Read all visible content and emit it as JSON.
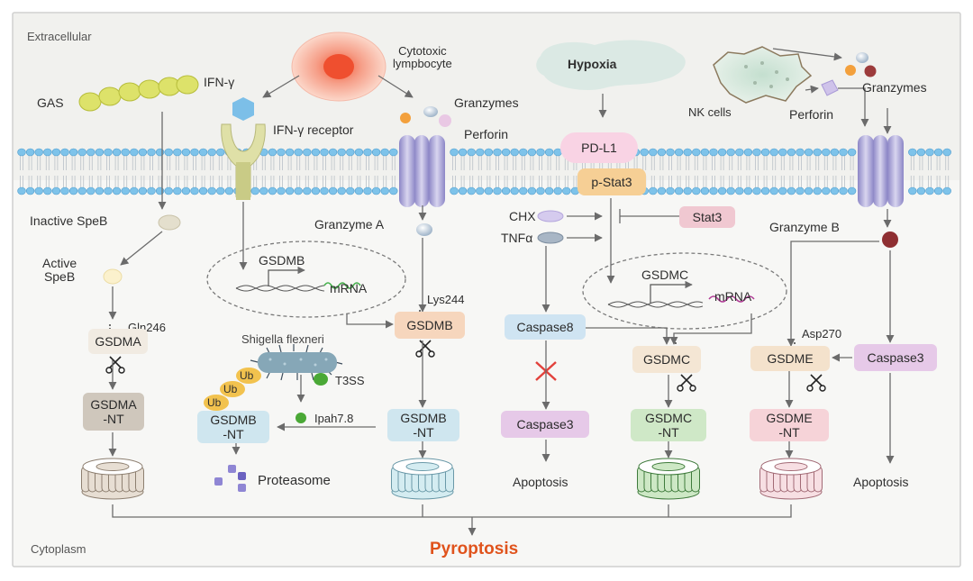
{
  "regions": {
    "extracellular": "Extracellular",
    "cytoplasm": "Cytoplasm"
  },
  "outcome": "Pyroptosis",
  "cells": {
    "cytotoxic": "Cytotoxic\nlympbocyte",
    "nk": "NK cells"
  },
  "labels": {
    "gas": "GAS",
    "ifn": "IFN-γ",
    "ifn_receptor": "IFN-γ receptor",
    "granzymes_left": "Granzymes",
    "perforin_left": "Perforin",
    "hypoxia": "Hypoxia",
    "granzymes_right": "Granzymes",
    "perforin_right": "Perforin",
    "inactive_speb": "Inactive SpeB",
    "active_speb": "Active\nSpeB",
    "gln246": "Gln246",
    "granzyme_a": "Granzyme A",
    "lys244": "Lys244",
    "shigella": "Shigella flexneri",
    "t3ss": "T3SS",
    "ipah": "Ipah7.8",
    "ub1": "Ub",
    "ub2": "Ub",
    "ub3": "Ub",
    "proteasome": "Proteasome",
    "chx": "CHX",
    "tnfa": "TNFα",
    "granzyme_b": "Granzyme B",
    "asp270": "Asp270",
    "apoptosis_mid": "Apoptosis",
    "apoptosis_right": "Apoptosis",
    "gsdmb_gene": "GSDMB",
    "gsdmb_mrna": "mRNA",
    "gsdmc_gene": "GSDMC",
    "gsdmc_mrna": "mRNA"
  },
  "boxes": {
    "pdl1": "PD-L1",
    "pstat3": "p-Stat3",
    "stat3": "Stat3",
    "gsdma": "GSDMA",
    "gsdma_nt": "GSDMA\n-NT",
    "gsdmb": "GSDMB",
    "gsdmb_nt_left": "GSDMB\n-NT",
    "gsdmb_nt_mid": "GSDMB\n-NT",
    "caspase8": "Caspase8",
    "caspase3_mid": "Caspase3",
    "gsdmc": "GSDMC",
    "gsdmc_nt": "GSDMC\n-NT",
    "gsdme": "GSDME",
    "gsdme_nt": "GSDME\n-NT",
    "caspase3_right": "Caspase3"
  },
  "colors": {
    "membrane_head": "#7ec3ea",
    "arrow": "#6b6b6b",
    "pyroptosis": "#e0531c",
    "background": "#f7f7f5"
  }
}
